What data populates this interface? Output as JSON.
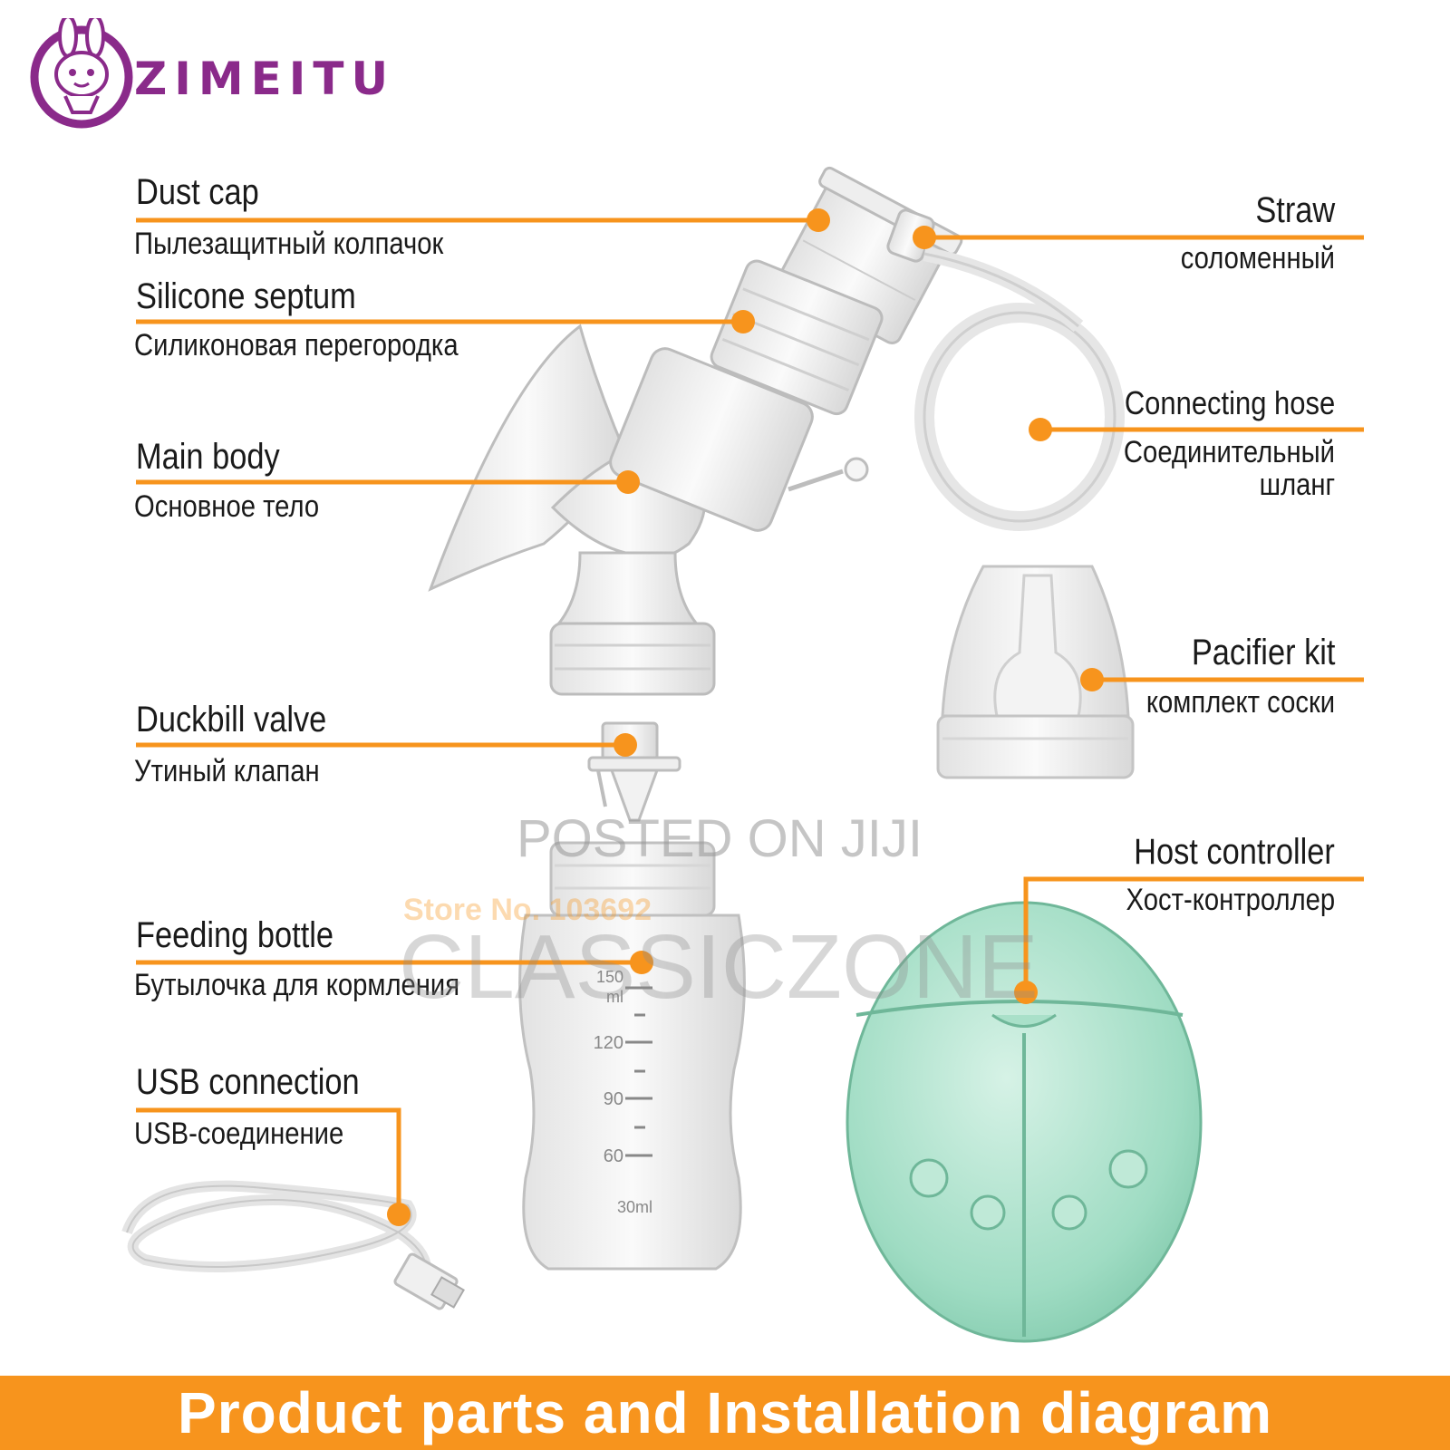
{
  "brand": {
    "name": "ZIMEITU"
  },
  "accent_color": "#f7941d",
  "parts": [
    {
      "id": "dust-cap",
      "en": "Dust cap",
      "ru": "Пылезащитный колпачок"
    },
    {
      "id": "silicone-septum",
      "en": "Silicone septum",
      "ru": "Силиконовая перегородка"
    },
    {
      "id": "main-body",
      "en": "Main body",
      "ru": "Основное тело"
    },
    {
      "id": "duckbill-valve",
      "en": "Duckbill valve",
      "ru": "Утиный клапан"
    },
    {
      "id": "feeding-bottle",
      "en": "Feeding bottle",
      "ru": "Бутылочка для кормления"
    },
    {
      "id": "usb-connection",
      "en": "USB connection",
      "ru": "USB-соединение"
    },
    {
      "id": "straw",
      "en": "Straw",
      "ru": "соломенный"
    },
    {
      "id": "connecting-hose",
      "en": "Connecting hose",
      "ru": "Соединительный",
      "ru2": "шланг"
    },
    {
      "id": "pacifier-kit",
      "en": "Pacifier kit",
      "ru": "комплект соски"
    },
    {
      "id": "host-controller",
      "en": "Host controller",
      "ru": "Хост-контроллер"
    }
  ],
  "bottle_marks": [
    "150",
    "ml",
    "120",
    "90",
    "60",
    "30ml"
  ],
  "watermarks": {
    "posted": "POSTED ON JIJI",
    "store": "Store No. 103692",
    "shop": "CLASSICZONE"
  },
  "banner": "Product parts and Installation diagram"
}
